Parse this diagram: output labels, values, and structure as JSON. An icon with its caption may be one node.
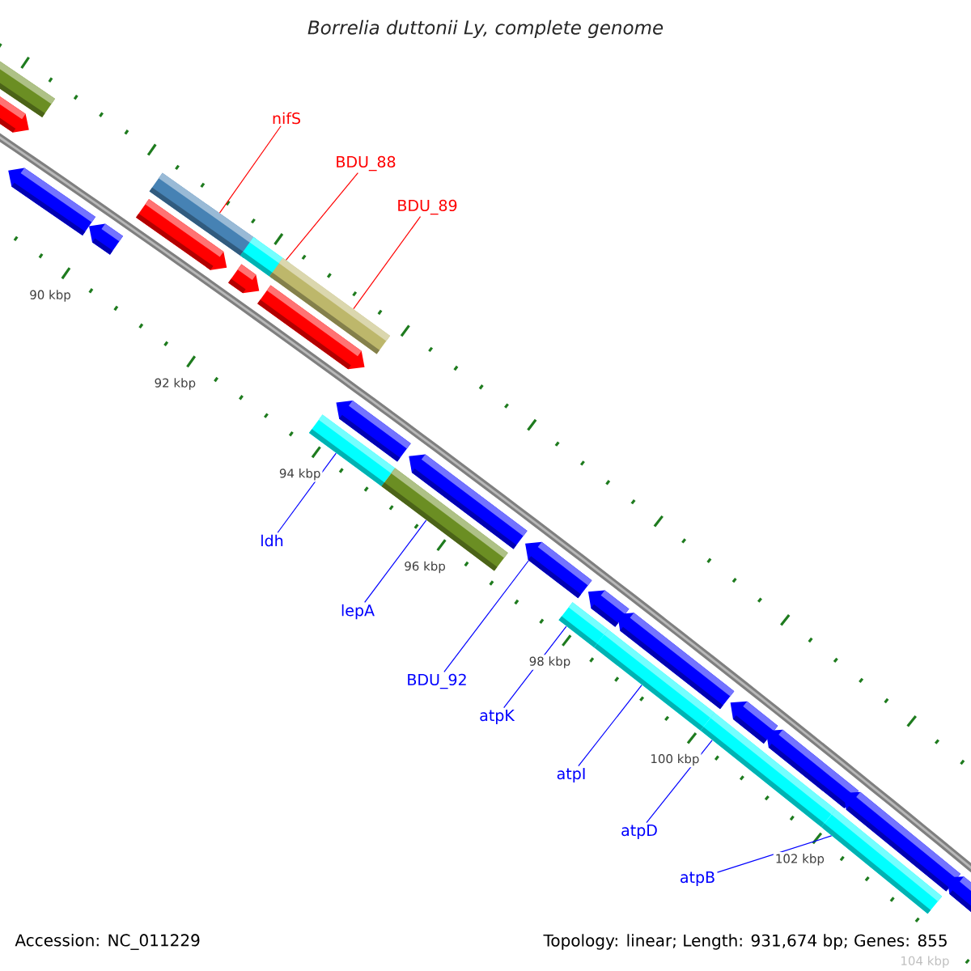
{
  "diagram": {
    "title": "Borrelia duttonii Ly, complete genome",
    "nodes": [
      {
        "text": [
          "nifS"
        ]
      },
      {
        "text": [
          "BDU_88"
        ]
      },
      {
        "text": [
          "BDU_89"
        ]
      },
      {
        "text": [
          "ldh"
        ]
      },
      {
        "text": [
          "lepA"
        ]
      },
      {
        "text": [
          "BDU_92"
        ]
      },
      {
        "text": [
          "atpK"
        ]
      },
      {
        "text": [
          "atpI"
        ]
      },
      {
        "text": [
          "atpD"
        ]
      },
      {
        "text": [
          "atpB"
        ]
      },
      {
        "text": [],
        "shape": "bar"
      },
      {
        "text": [],
        "shape": "bar"
      },
      {
        "text": [],
        "shape": "bar"
      },
      {
        "text": [],
        "shape": "bar"
      },
      {
        "text": [],
        "shape": "bar"
      },
      {
        "text": [],
        "shape": "arrow"
      },
      {
        "text": [],
        "shape": "bar"
      },
      {
        "text": [],
        "shape": "bar"
      },
      {
        "text": [],
        "shape": "bar"
      },
      {
        "text": [],
        "shape": "bar"
      }
    ],
    "edges": [
      {
        "from": 0,
        "to": 10,
        "arrow": "none",
        "color": "#ff0000"
      },
      {
        "from": 1,
        "to": 11,
        "arrow": "none",
        "color": "#ff0000"
      },
      {
        "from": 2,
        "to": 12,
        "arrow": "none",
        "color": "#ff0000"
      },
      {
        "from": 3,
        "to": 13,
        "arrow": "none"
      },
      {
        "from": 4,
        "to": 14,
        "arrow": "none"
      },
      {
        "from": 5,
        "to": 15,
        "arrow": "none"
      },
      {
        "from": 6,
        "to": 16,
        "arrow": "none"
      },
      {
        "from": 7,
        "to": 17,
        "arrow": "none"
      },
      {
        "from": 8,
        "to": 18,
        "arrow": "none"
      },
      {
        "from": 9,
        "to": 19,
        "arrow": "none"
      }
    ],
    "labels": [
      "90 kbp",
      "92 kbp",
      "94 kbp",
      "96 kbp",
      "98 kbp",
      "100 kbp",
      "102 kbp",
      "104 kbp",
      "Accession: NC_011229",
      "Topology: linear; Length: 931,674 bp; Genes: 855"
    ]
  }
}
